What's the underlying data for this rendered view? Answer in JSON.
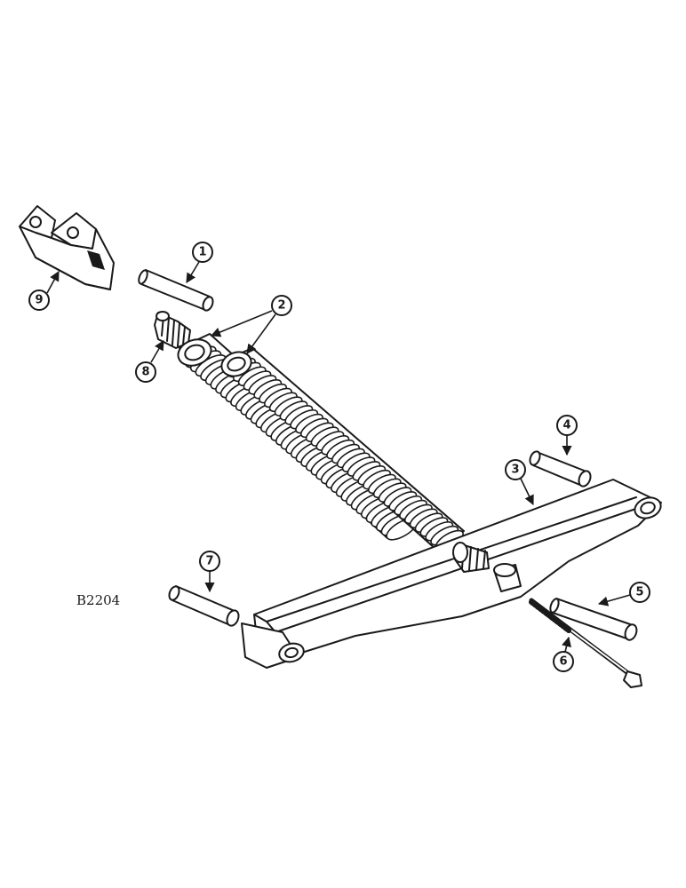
{
  "figure_id": "B2204",
  "callouts": [
    {
      "number": "1",
      "part": "pin"
    },
    {
      "number": "2",
      "part": "spring"
    },
    {
      "number": "3",
      "part": "arm"
    },
    {
      "number": "4",
      "part": "pin"
    },
    {
      "number": "5",
      "part": "pin"
    },
    {
      "number": "6",
      "part": "bolt"
    },
    {
      "number": "7",
      "part": "pin"
    },
    {
      "number": "8",
      "part": "spring-plug"
    },
    {
      "number": "9",
      "part": "bracket"
    }
  ],
  "colors": {
    "ink": "#1a1a1a",
    "paper": "#ffffff"
  }
}
